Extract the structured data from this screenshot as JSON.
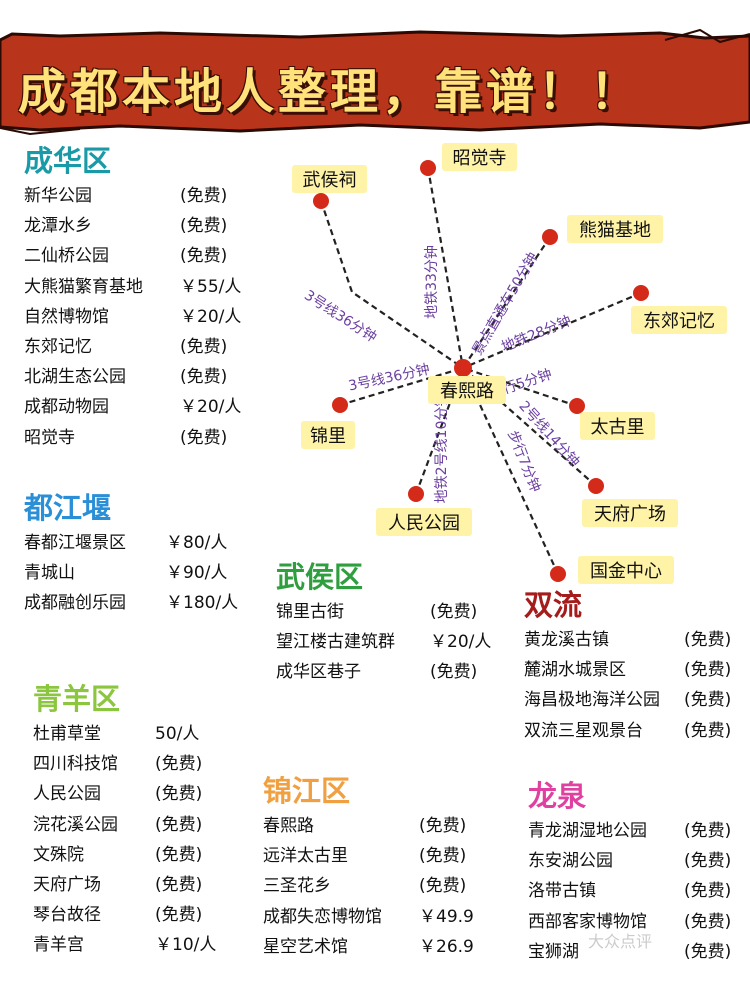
{
  "banner": {
    "title": "成都本地人整理，靠谱！！",
    "color": "#b8341b",
    "text_color": "#ffe27a"
  },
  "districts": [
    {
      "id": "chenghua",
      "title": "成华区",
      "color": "#1a9aa6",
      "items": [
        {
          "name": "新华公园",
          "price": "(免费)"
        },
        {
          "name": "龙潭水乡",
          "price": "(免费)"
        },
        {
          "name": "二仙桥公园",
          "price": "(免费)"
        },
        {
          "name": "大熊猫繁育基地",
          "price": "￥55/人"
        },
        {
          "name": "自然博物馆",
          "price": "￥20/人"
        },
        {
          "name": "东郊记忆",
          "price": "(免费)"
        },
        {
          "name": "北湖生态公园",
          "price": "(免费)"
        },
        {
          "name": "成都动物园",
          "price": "￥20/人"
        },
        {
          "name": "昭觉寺",
          "price": "(免费)"
        }
      ]
    },
    {
      "id": "dujiangyan",
      "title": "都江堰",
      "color": "#2a8fd6",
      "items": [
        {
          "name": "春都江堰景区",
          "price": "￥80/人"
        },
        {
          "name": "青城山",
          "price": "￥90/人"
        },
        {
          "name": "成都融创乐园",
          "price": "￥180/人"
        }
      ]
    },
    {
      "id": "qingyang",
      "title": "青羊区",
      "color": "#8cc63f",
      "items": [
        {
          "name": "杜甫草堂",
          "price": "50/人"
        },
        {
          "name": "四川科技馆",
          "price": "(免费)"
        },
        {
          "name": "人民公园",
          "price": "(免费)"
        },
        {
          "name": "浣花溪公园",
          "price": "(免费)"
        },
        {
          "name": "文殊院",
          "price": "(免费)"
        },
        {
          "name": "天府广场",
          "price": "(免费)"
        },
        {
          "name": "琴台故径",
          "price": "(免费)"
        },
        {
          "name": "青羊宫",
          "price": "￥10/人"
        }
      ]
    },
    {
      "id": "wuhou",
      "title": "武侯区",
      "color": "#2e9e3e",
      "items": [
        {
          "name": "锦里古街",
          "price": "(免费)"
        },
        {
          "name": "望江楼古建筑群",
          "price": "￥20/人"
        },
        {
          "name": "成华区巷子",
          "price": "(免费)"
        }
      ]
    },
    {
      "id": "jinjiang",
      "title": "锦江区",
      "color": "#f0a040",
      "items": [
        {
          "name": "春熙路",
          "price": "(免费)"
        },
        {
          "name": "远洋太古里",
          "price": "(免费)"
        },
        {
          "name": "三圣花乡",
          "price": "(免费)"
        },
        {
          "name": "成都失恋博物馆",
          "price": "￥49.9"
        },
        {
          "name": "星空艺术馆",
          "price": "￥26.9"
        }
      ]
    },
    {
      "id": "shuangliu",
      "title": "双流",
      "color": "#a51c1c",
      "items": [
        {
          "name": "黄龙溪古镇",
          "price": "(免费)"
        },
        {
          "name": "麓湖水城景区",
          "price": "(免费)"
        },
        {
          "name": "海昌极地海洋公园",
          "price": "(免费)"
        },
        {
          "name": "双流三星观景台",
          "price": "(免费)"
        }
      ]
    },
    {
      "id": "longquan",
      "title": "龙泉",
      "color": "#e040a0",
      "items": [
        {
          "name": "青龙湖湿地公园",
          "price": "(免费)"
        },
        {
          "name": "东安湖公园",
          "price": "(免费)"
        },
        {
          "name": "洛带古镇",
          "price": "(免费)"
        },
        {
          "name": "西部客家博物馆",
          "price": "(免费)"
        },
        {
          "name": "宝狮湖",
          "price": "(免费)"
        }
      ]
    }
  ],
  "route_map": {
    "hub": "春熙路",
    "node_color": "#d42a1a",
    "label_bg": "#fff3a8",
    "route_text_color": "#6b3fa0",
    "routes": [
      {
        "to": "武侯祠",
        "via": "3号线36分钟"
      },
      {
        "to": "昭觉寺",
        "via": "地铁33分钟"
      },
      {
        "to": "熊猫基地",
        "via": "景点直通车50分钟"
      },
      {
        "to": "东郊记忆",
        "via": "地铁28分钟"
      },
      {
        "to": "太古里",
        "via": "步行5分钟"
      },
      {
        "to": "天府广场",
        "via": "2号线14分钟"
      },
      {
        "to": "国金中心",
        "via": "步行7分钟"
      },
      {
        "to": "人民公园",
        "via": "地铁2号线10分钟"
      },
      {
        "to": "锦里",
        "via": "3号线36分钟"
      }
    ]
  },
  "watermark": "大众点评"
}
